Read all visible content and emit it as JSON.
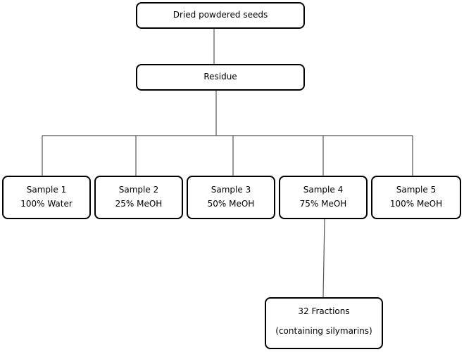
{
  "diagram": {
    "root": {
      "label": "Dried powdered seeds"
    },
    "residue": {
      "label": "Residue"
    },
    "samples": [
      {
        "title": "Sample 1",
        "solvent": "100% Water"
      },
      {
        "title": "Sample 2",
        "solvent": "25% MeOH"
      },
      {
        "title": "Sample 3",
        "solvent": "50% MeOH"
      },
      {
        "title": "Sample 4",
        "solvent": "75% MeOH"
      },
      {
        "title": "Sample 5",
        "solvent": "100% MeOH"
      }
    ],
    "fractions": {
      "title": "32 Fractions",
      "note": "(containing silymarins)"
    }
  },
  "colors": {
    "stroke": "#000000",
    "connector": "#555555",
    "background": "#ffffff"
  }
}
